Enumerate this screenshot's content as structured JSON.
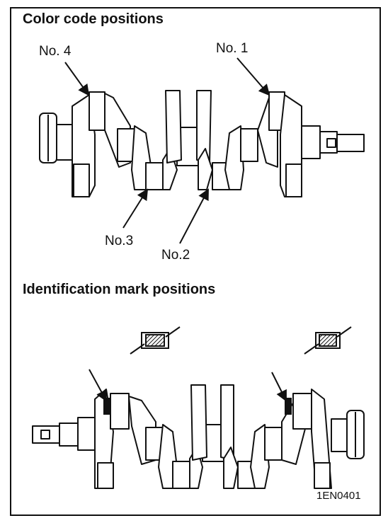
{
  "sections": {
    "color_code": {
      "heading": "Color code positions",
      "labels": [
        "No. 4",
        "No. 1",
        "No.3",
        "No.2"
      ]
    },
    "identification": {
      "heading": "Identification mark positions"
    }
  },
  "figure_code": "1EN0401",
  "colors": {
    "line": "#111111",
    "fill": "#ffffff",
    "mark": "#111111"
  }
}
